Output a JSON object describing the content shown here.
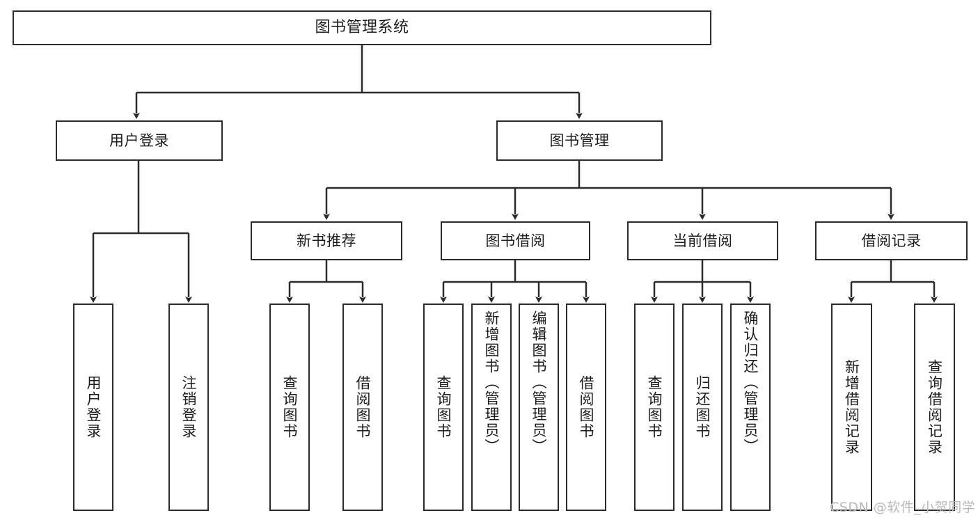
{
  "diagram": {
    "title": "图书管理系统",
    "type": "tree",
    "watermark": "CSDN @软件_小贺同学",
    "colors": {
      "stroke": "#2b2b2b",
      "fill": "#ffffff",
      "text": "#1c1c1c",
      "watermark": "#b9b9b9"
    },
    "root": {
      "id": "root",
      "label": "图书管理系统"
    },
    "level1": [
      {
        "id": "user-login",
        "label": "用户登录"
      },
      {
        "id": "book-manage",
        "label": "图书管理"
      }
    ],
    "level2": [
      {
        "id": "new-book-rec",
        "label": "新书推荐",
        "parent": "book-manage"
      },
      {
        "id": "book-borrow",
        "label": "图书借阅",
        "parent": "book-manage"
      },
      {
        "id": "current-borrow",
        "label": "当前借阅",
        "parent": "book-manage"
      },
      {
        "id": "borrow-record",
        "label": "借阅记录",
        "parent": "book-manage"
      }
    ],
    "leaves": [
      {
        "id": "leaf-user-login",
        "label": "用户登录",
        "parent": "user-login"
      },
      {
        "id": "leaf-logout",
        "label": "注销登录",
        "parent": "user-login"
      },
      {
        "id": "leaf-query-book-1",
        "label": "查询图书",
        "parent": "new-book-rec"
      },
      {
        "id": "leaf-borrow-book-1",
        "label": "借阅图书",
        "parent": "new-book-rec"
      },
      {
        "id": "leaf-query-book-2",
        "label": "查询图书",
        "parent": "book-borrow"
      },
      {
        "id": "leaf-add-book",
        "label": "新增图书（管理员）",
        "parent": "book-borrow"
      },
      {
        "id": "leaf-edit-book",
        "label": "编辑图书（管理员）",
        "parent": "book-borrow"
      },
      {
        "id": "leaf-borrow-book-2",
        "label": "借阅图书",
        "parent": "book-borrow"
      },
      {
        "id": "leaf-query-book-3",
        "label": "查询图书",
        "parent": "current-borrow"
      },
      {
        "id": "leaf-return-book",
        "label": "归还图书",
        "parent": "current-borrow"
      },
      {
        "id": "leaf-confirm-return",
        "label": "确认归还（管理员）",
        "parent": "current-borrow"
      },
      {
        "id": "leaf-add-record",
        "label": "新增借阅记录",
        "parent": "borrow-record"
      },
      {
        "id": "leaf-query-record",
        "label": "查询借阅记录",
        "parent": "borrow-record"
      }
    ]
  }
}
